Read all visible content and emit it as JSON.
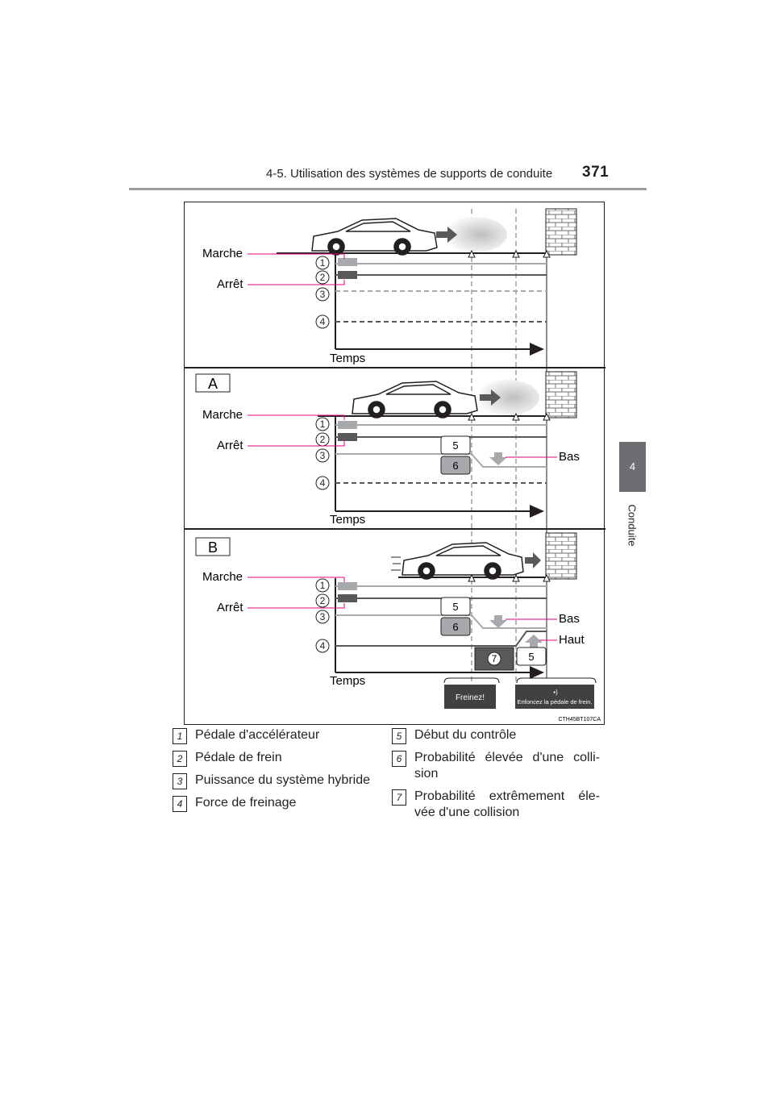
{
  "header": {
    "section": "4-5. Utilisation des systèmes de supports de conduite",
    "page_number": "371"
  },
  "side_tab": {
    "number": "4",
    "label": "Conduite"
  },
  "figure": {
    "code": "CTH45BT107CA",
    "panels": [
      {
        "tag": "",
        "marche": "Marche",
        "arret": "Arrêt",
        "time": "Temps"
      },
      {
        "tag": "A",
        "marche": "Marche",
        "arret": "Arrêt",
        "time": "Temps",
        "bas": "Bas"
      },
      {
        "tag": "B",
        "marche": "Marche",
        "arret": "Arrêt",
        "time": "Temps",
        "bas": "Bas",
        "haut": "Haut"
      }
    ],
    "display_1": "Freinez!",
    "display_2": "Enfoncez la pédale de frein.",
    "colors": {
      "pink": "#e6007e",
      "gray_dark": "#58595b",
      "gray_light": "#a7a9ac"
    }
  },
  "legend": {
    "left": [
      {
        "num": "1",
        "text": "Pédale d'accélérateur"
      },
      {
        "num": "2",
        "text": "Pédale de frein"
      },
      {
        "num": "3",
        "text": "Puissance du système hybride"
      },
      {
        "num": "4",
        "text": "Force de freinage"
      }
    ],
    "right": [
      {
        "num": "5",
        "text": "Début du contrôle"
      },
      {
        "num": "6",
        "text": "Probabilité élevée d'une colli-sion"
      },
      {
        "num": "7",
        "text": "Probabilité extrêmement éle-vée d'une collision"
      }
    ]
  }
}
